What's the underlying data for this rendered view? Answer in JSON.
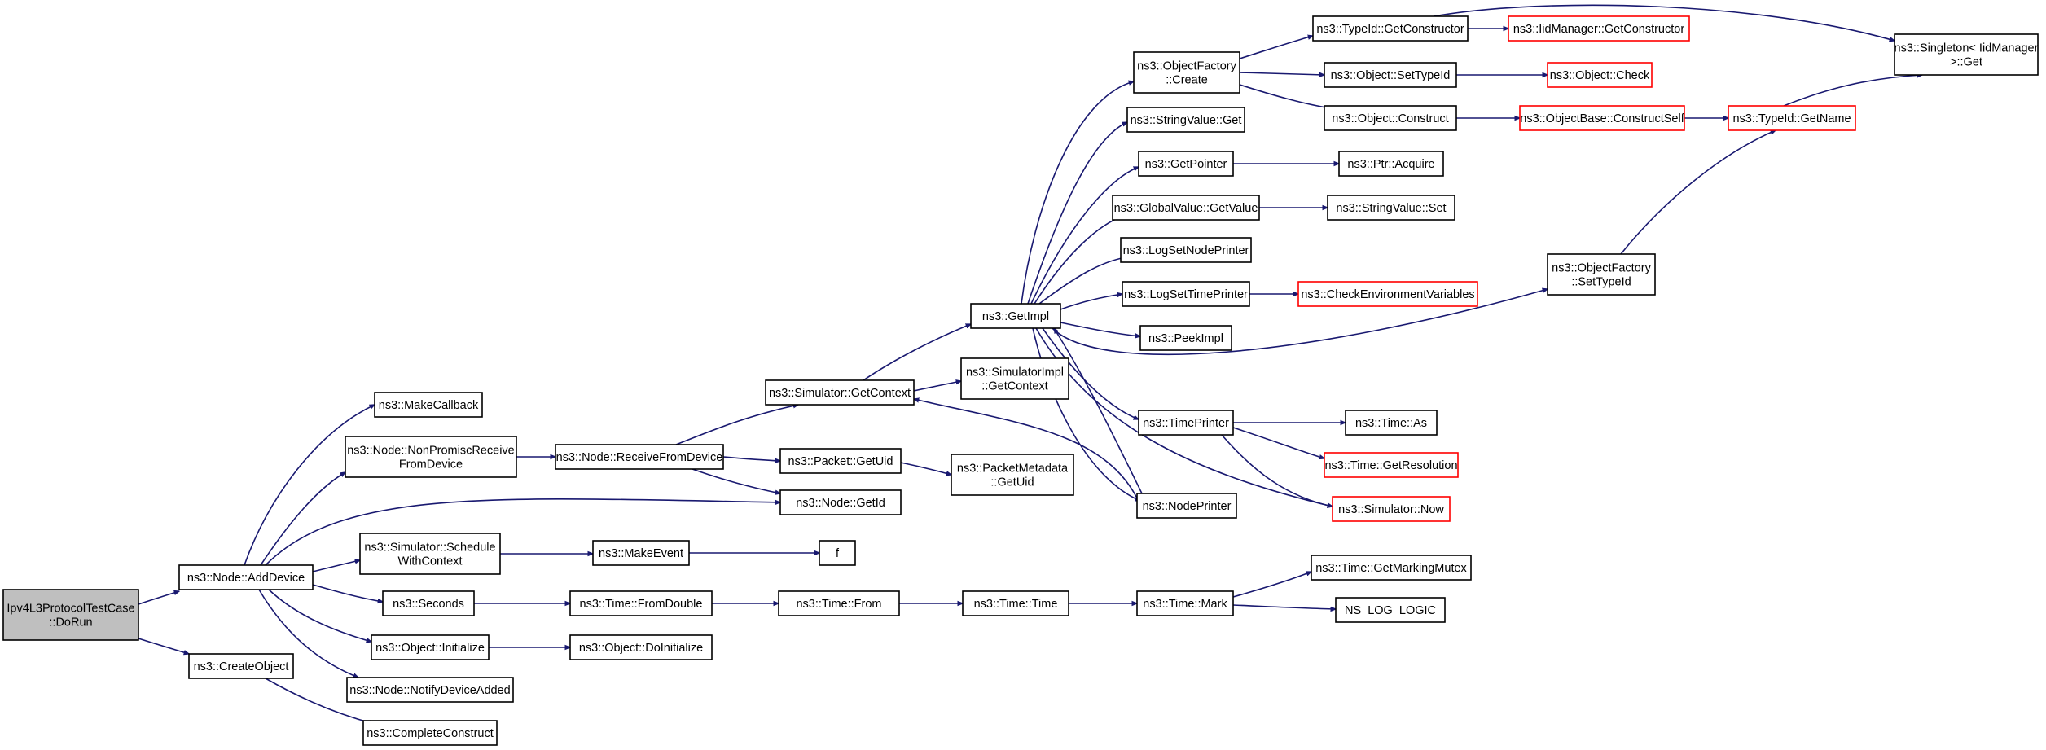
{
  "graph": {
    "colors": {
      "edge": "#191970",
      "node_border": "#000000",
      "truncated_border": "#ff0000",
      "root_fill": "#bfbfbf",
      "node_fill": "#ffffff",
      "text": "#000000"
    },
    "nodes": [
      {
        "id": "dorun",
        "lines": [
          "Ipv4L3ProtocolTestCase",
          "::DoRun"
        ],
        "kind": "root"
      },
      {
        "id": "adddevice",
        "lines": [
          "ns3::Node::AddDevice"
        ]
      },
      {
        "id": "createobject",
        "lines": [
          "ns3::CreateObject"
        ]
      },
      {
        "id": "makecallback",
        "lines": [
          "ns3::MakeCallback"
        ]
      },
      {
        "id": "nonpromisc",
        "lines": [
          "ns3::Node::NonPromiscReceive",
          "FromDevice"
        ]
      },
      {
        "id": "schedulewithcontext",
        "lines": [
          "ns3::Simulator::Schedule",
          "WithContext"
        ]
      },
      {
        "id": "seconds",
        "lines": [
          "ns3::Seconds"
        ]
      },
      {
        "id": "objinitialize",
        "lines": [
          "ns3::Object::Initialize"
        ]
      },
      {
        "id": "notifydeviceadded",
        "lines": [
          "ns3::Node::NotifyDeviceAdded"
        ]
      },
      {
        "id": "completeconstruct",
        "lines": [
          "ns3::CompleteConstruct"
        ]
      },
      {
        "id": "receivefromdevice",
        "lines": [
          "ns3::Node::ReceiveFromDevice"
        ]
      },
      {
        "id": "makeevent",
        "lines": [
          "ns3::MakeEvent"
        ]
      },
      {
        "id": "fromdouble",
        "lines": [
          "ns3::Time::FromDouble"
        ]
      },
      {
        "id": "doinitialize",
        "lines": [
          "ns3::Object::DoInitialize"
        ]
      },
      {
        "id": "getcontext",
        "lines": [
          "ns3::Simulator::GetContext"
        ]
      },
      {
        "id": "getuid",
        "lines": [
          "ns3::Packet::GetUid"
        ]
      },
      {
        "id": "getid",
        "lines": [
          "ns3::Node::GetId"
        ]
      },
      {
        "id": "f",
        "lines": [
          "f"
        ]
      },
      {
        "id": "timefrom",
        "lines": [
          "ns3::Time::From"
        ]
      },
      {
        "id": "getimpl",
        "lines": [
          "ns3::GetImpl"
        ]
      },
      {
        "id": "simimplgetcontext",
        "lines": [
          "ns3::SimulatorImpl",
          "::GetContext"
        ]
      },
      {
        "id": "pktmetagetuid",
        "lines": [
          "ns3::PacketMetadata",
          "::GetUid"
        ]
      },
      {
        "id": "timetime",
        "lines": [
          "ns3::Time::Time"
        ]
      },
      {
        "id": "objfactorycreate",
        "lines": [
          "ns3::ObjectFactory",
          "::Create"
        ]
      },
      {
        "id": "stringvalueget",
        "lines": [
          "ns3::StringValue::Get"
        ]
      },
      {
        "id": "getpointer",
        "lines": [
          "ns3::GetPointer"
        ]
      },
      {
        "id": "globalvaluegetvalue",
        "lines": [
          "ns3::GlobalValue::GetValue"
        ]
      },
      {
        "id": "logsetnodeprinter",
        "lines": [
          "ns3::LogSetNodePrinter"
        ]
      },
      {
        "id": "logsettimeprinter",
        "lines": [
          "ns3::LogSetTimePrinter"
        ]
      },
      {
        "id": "peekimpl",
        "lines": [
          "ns3::PeekImpl"
        ]
      },
      {
        "id": "timeprinter",
        "lines": [
          "ns3::TimePrinter"
        ]
      },
      {
        "id": "nodeprinter",
        "lines": [
          "ns3::NodePrinter"
        ]
      },
      {
        "id": "timemark",
        "lines": [
          "ns3::Time::Mark"
        ]
      },
      {
        "id": "typeidgetconstructor",
        "lines": [
          "ns3::TypeId::GetConstructor"
        ]
      },
      {
        "id": "objsettypeid",
        "lines": [
          "ns3::Object::SetTypeId"
        ]
      },
      {
        "id": "objconstruct",
        "lines": [
          "ns3::Object::Construct"
        ]
      },
      {
        "id": "ptracquire",
        "lines": [
          "ns3::Ptr::Acquire"
        ]
      },
      {
        "id": "stringvalueset",
        "lines": [
          "ns3::StringValue::Set"
        ]
      },
      {
        "id": "checkenv",
        "lines": [
          "ns3::CheckEnvironmentVariables"
        ],
        "kind": "truncated"
      },
      {
        "id": "timeas",
        "lines": [
          "ns3::Time::As"
        ]
      },
      {
        "id": "getresolution",
        "lines": [
          "ns3::Time::GetResolution"
        ],
        "kind": "truncated"
      },
      {
        "id": "simnow",
        "lines": [
          "ns3::Simulator::Now"
        ],
        "kind": "truncated"
      },
      {
        "id": "getmarkingmutex",
        "lines": [
          "ns3::Time::GetMarkingMutex"
        ]
      },
      {
        "id": "nslogic",
        "lines": [
          "NS_LOG_LOGIC"
        ]
      },
      {
        "id": "iidgetconstructor",
        "lines": [
          "ns3::IidManager::GetConstructor"
        ],
        "kind": "truncated"
      },
      {
        "id": "objcheck",
        "lines": [
          "ns3::Object::Check"
        ],
        "kind": "truncated"
      },
      {
        "id": "constructself",
        "lines": [
          "ns3::ObjectBase::ConstructSelf"
        ],
        "kind": "truncated"
      },
      {
        "id": "objfactorysettypeid",
        "lines": [
          "ns3::ObjectFactory",
          "::SetTypeId"
        ]
      },
      {
        "id": "typeidgetname",
        "lines": [
          "ns3::TypeId::GetName"
        ],
        "kind": "truncated"
      },
      {
        "id": "singletonget",
        "lines": [
          "ns3::Singleton< IidManager",
          " >::Get"
        ]
      }
    ]
  }
}
